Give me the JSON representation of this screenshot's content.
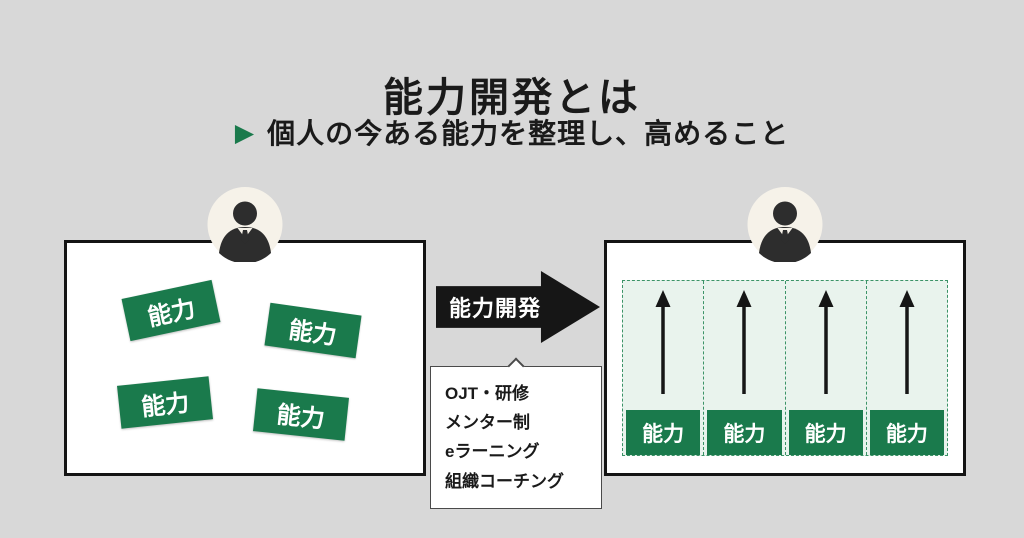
{
  "title": "能力開発とは",
  "subtitle": {
    "bullet": "▶",
    "text": "個人の今ある能力を整理し、高めること"
  },
  "arrow": {
    "label": "能力開発"
  },
  "methods": {
    "items": [
      "OJT・研修",
      "メンター制",
      "eラーニング",
      "組織コーチング"
    ]
  },
  "left_panel": {
    "tags": [
      "能力",
      "能力",
      "能力",
      "能力"
    ]
  },
  "right_panel": {
    "bars": [
      "能力",
      "能力",
      "能力",
      "能力"
    ]
  },
  "colors": {
    "green": "#1a7a4c",
    "light_green": "#e9f3ed",
    "background": "#d8d8d8",
    "ink": "#1a1a1a"
  }
}
